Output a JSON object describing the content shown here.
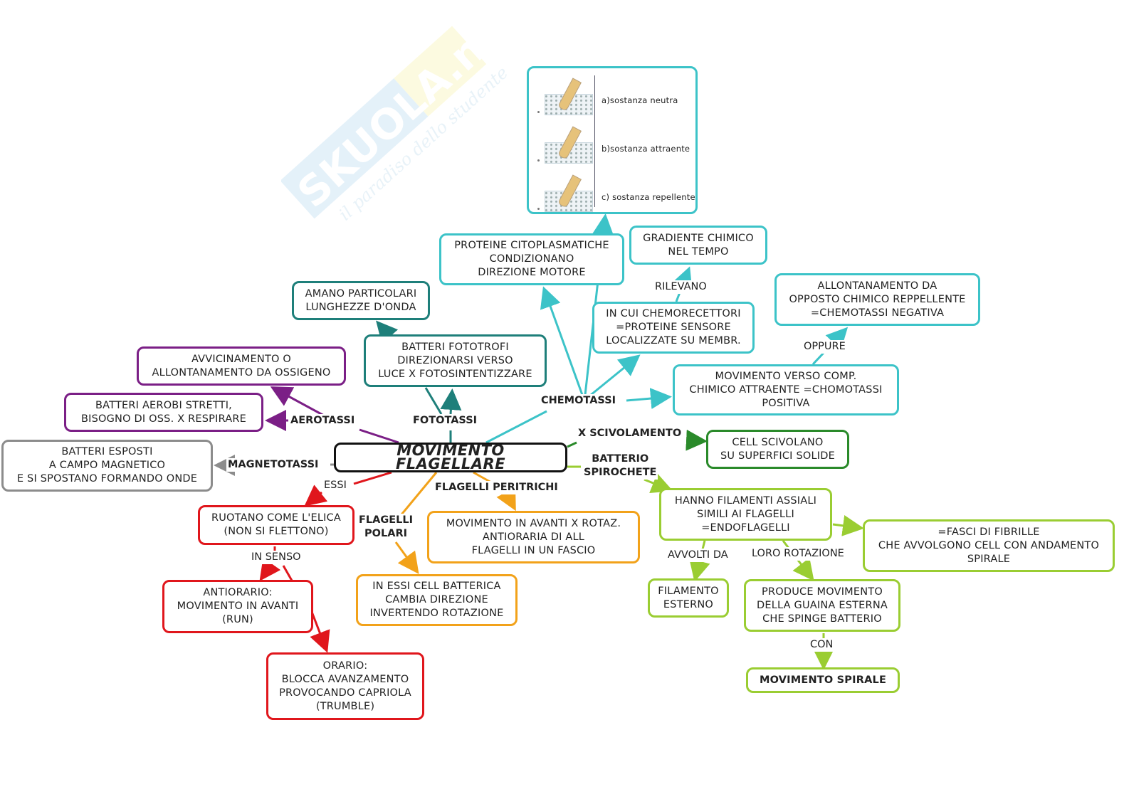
{
  "watermark": {
    "brand": "SKUOLA.net",
    "tagline": "il paradiso dello studente"
  },
  "colors": {
    "center": "#111111",
    "aerotassi": "#7b1f86",
    "fototassi": "#1e7f7a",
    "chemotassi": "#3cc3c8",
    "magnetotassi": "#8c8c8c",
    "polari_red": "#e0161c",
    "peritrichi_orange": "#f2a21a",
    "scivolamento": "#2a8a2a",
    "spirochete": "#9acd32"
  },
  "center": {
    "label": "MOVIMENTO FLAGELLARE"
  },
  "branches": {
    "aerotassi": "AEROTASSI",
    "fototassi": "FOTOTASSI",
    "chemotassi": "CHEMOTASSI",
    "magnetotassi": "MAGNETOTASSI",
    "scivolamento": "X SCIVOLAMENTO",
    "spirochete": "BATTERIO\nSPIROCHETE",
    "peritrichi": "FLAGELLI PERITRICHI",
    "polari": "FLAGELLI\nPOLARI",
    "essi": "ESSI"
  },
  "nodes": {
    "avvicinamento": "AVVICINAMENTO O\nALLONTANAMENTO DA OSSIGENO",
    "aerobi": "BATTERI AEROBI STRETTI,\nBISOGNO DI OSS. X RESPIRARE",
    "magnetico": "BATTERI ESPOSTI\nA CAMPO MAGNETICO\nE SI SPOSTANO FORMANDO ONDE",
    "amano": "AMANO PARTICOLARI\nLUNGHEZZE D'ONDA",
    "fototrofi": "BATTERI FOTOTROFI\nDIREZIONARSI VERSO\nLUCE X FOTOSINTENTIZZARE",
    "proteine": "PROTEINE CITOPLASMATICHE\nCONDIZIONANO\nDIREZIONE MOTORE",
    "gradiente": "GRADIENTE CHIMICO\nNEL TEMPO",
    "chemorecettori": "IN CUI CHEMORECETTORI\n=PROTEINE SENSORE\nLOCALIZZATE SU MEMBR.",
    "negativa": "ALLONTANAMENTO DA\nOPPOSTO CHIMICO REPPELLENTE\n=CHEMOTASSI NEGATIVA",
    "positiva": "MOVIMENTO VERSO COMP.\nCHIMICO ATTRAENTE =CHOMOTASSI\nPOSITIVA",
    "scivolano": "CELL SCIVOLANO\nSU SUPERFICI SOLIDE",
    "ruotano": "RUOTANO COME L'ELICA\n(NON SI FLETTONO)",
    "antiorario": "ANTIORARIO:\nMOVIMENTO IN AVANTI\n(RUN)",
    "orario": "ORARIO:\nBLOCCA AVANZAMENTO\nPROVOCANDO CAPRIOLA\n(TRUMBLE)",
    "peritrichi_desc": "MOVIMENTO IN AVANTI X ROTAZ.\nANTIORARIA DI ALL\nFLAGELLI IN UN FASCIO",
    "polari_desc": "IN ESSI CELL BATTERICA\nCAMBIA DIREZIONE\nINVERTENDO ROTAZIONE",
    "filamenti": "HANNO FILAMENTI ASSIALI\nSIMILI AI FLAGELLI\n=ENDOFLAGELLI",
    "fasci": "=FASCI DI FIBRILLE\nCHE AVVOLGONO CELL CON ANDAMENTO\nSPIRALE",
    "esterno": "FILAMENTO\nESTERNO",
    "produce": "PRODUCE MOVIMENTO\nDELLA GUAINA ESTERNA\nCHE SPINGE BATTERIO",
    "spirale": "MOVIMENTO SPIRALE"
  },
  "link_labels": {
    "rilevano": "RILEVANO",
    "oppure": "OPPURE",
    "in_senso": "IN SENSO",
    "avvolti_da": "AVVOLTI DA",
    "loro_rotazione": "LORO ROTAZIONE",
    "con": "CON"
  },
  "experiment_image": {
    "items": [
      "a)sostanza neutra",
      "b)sostanza attraente",
      "c) sostanza repellente"
    ]
  }
}
